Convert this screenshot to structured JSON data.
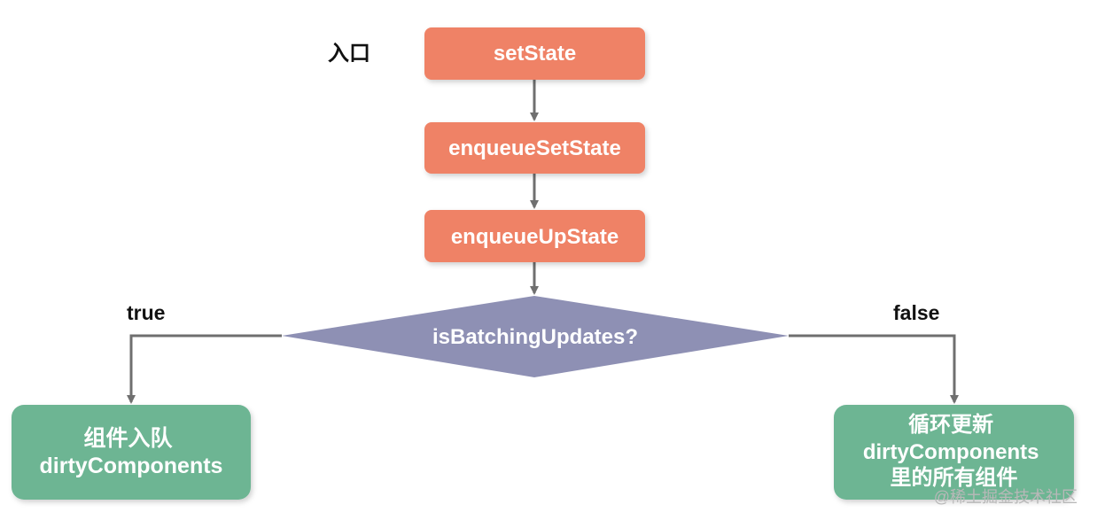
{
  "entry_label": "入口",
  "nodes": {
    "set_state": "setState",
    "enqueue_set_state": "enqueueSetState",
    "enqueue_up_state": "enqueueUpState",
    "decision": "isBatchingUpdates?",
    "enqueue_component": [
      "组件入队",
      "dirtyComponents"
    ],
    "update_all": [
      "循环更新",
      "dirtyComponents",
      "里的所有组件"
    ]
  },
  "branches": {
    "true_label": "true",
    "false_label": "false"
  },
  "watermark": "@稀土掘金技术社区",
  "colors": {
    "process_fill": "#ef8266",
    "decision_fill": "#8e90b4",
    "result_fill": "#6db593",
    "edge": "#6f6f6f"
  }
}
